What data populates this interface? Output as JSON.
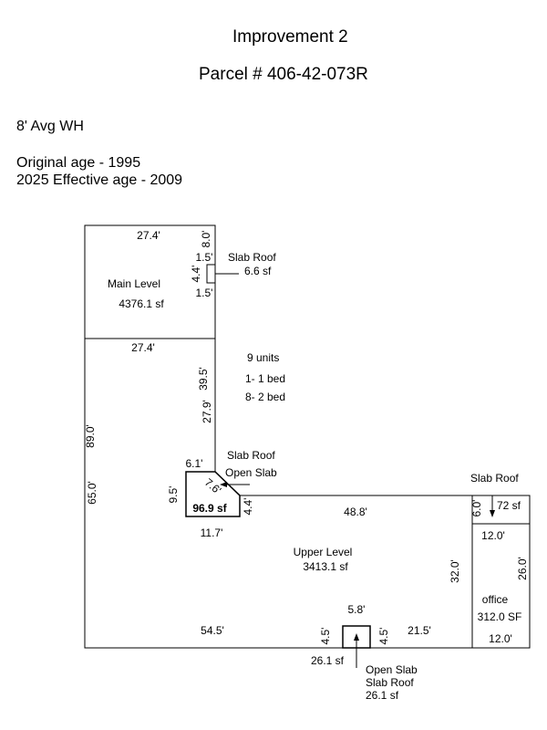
{
  "header": {
    "title": "Improvement 2",
    "parcel": "Parcel # 406-42-073R"
  },
  "notes": {
    "wall_height": "8' Avg WH",
    "original_age": "Original age - 1995",
    "effective_age": "2025 Effective age - 2009"
  },
  "sketch": {
    "main_level": {
      "name": "Main Level",
      "area": "4376.1 sf",
      "top_width": "27.4'",
      "bottom_width": "27.4'",
      "right_upper": "8.0'",
      "right_lower": "39.5'"
    },
    "slab_roof_small": {
      "label": "Slab Roof",
      "area": "6.6 sf",
      "dim_top": "1.5'",
      "dim_side": "4.4'",
      "dim_bottom": "1.5'"
    },
    "units": {
      "count": "9 units",
      "one_bed": "1- 1 bed",
      "two_bed": "8- 2 bed"
    },
    "left_dims": {
      "outer": "89.0'",
      "inner": "65.0'"
    },
    "inner_wall": "27.9'",
    "open_slab_corner": {
      "label_roof": "Slab Roof",
      "label_open": "Open Slab",
      "dim_top": "6.1'",
      "dim_diag": "7.6'",
      "dim_left": "9.5'",
      "dim_right": "4.4'",
      "area": "96.9 sf",
      "dim_bottom": "11.7'"
    },
    "upper_level": {
      "name": "Upper Level",
      "area": "3413.1 sf",
      "top_width": "48.8'",
      "right_height": "32.0'",
      "bottom_left": "54.5'",
      "bottom_right": "21.5'"
    },
    "office": {
      "slab_label": "Slab Roof",
      "slab_area": "72 sf",
      "slab_height": "6.0'",
      "slab_width": "12.0'",
      "label": "office",
      "area": "312.0 SF",
      "height": "26.0'",
      "bottom_width": "12.0'"
    },
    "bottom_slab": {
      "width": "5.8'",
      "left_height": "4.5'",
      "right_height": "4.5'",
      "area": "26.1 sf",
      "callout_open": "Open Slab",
      "callout_roof": "Slab Roof",
      "callout_area": "26.1 sf"
    }
  }
}
